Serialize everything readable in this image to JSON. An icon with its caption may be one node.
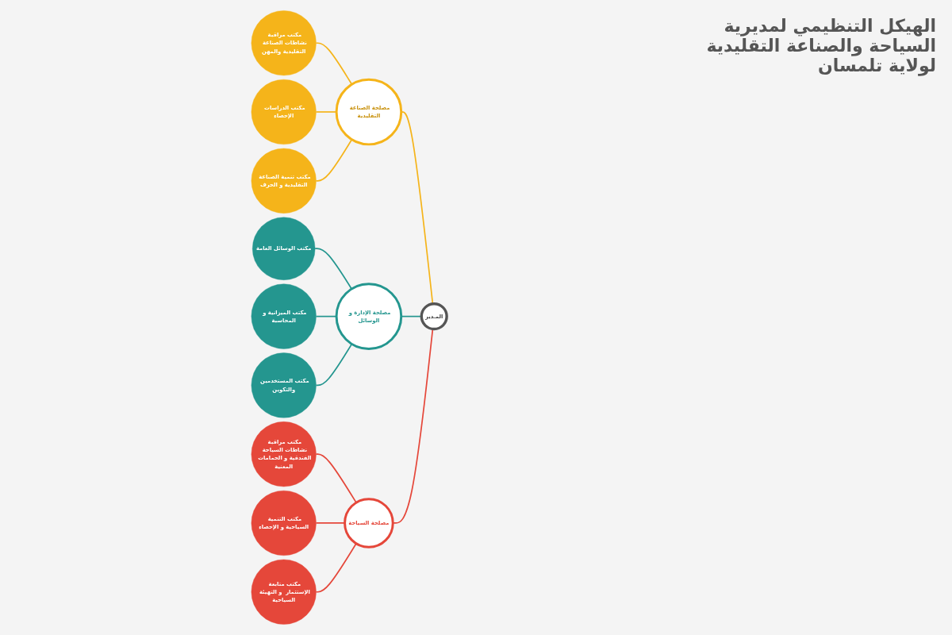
{
  "diagram": {
    "title": "الهيكل التنظيمي لمديرية السياحة والصناعة التقليدية لولاية تلمسان",
    "nodes": [
      {
        "text": [
          "المـدير"
        ]
      },
      {
        "text": [
          "مصلحة الصناعة التقليدية"
        ]
      },
      {
        "text": [
          "مكتب مراقبة نشاطات الصناعة التقليدية والمهن"
        ]
      },
      {
        "text": [
          "مكتب الدراسات الإحصاء"
        ]
      },
      {
        "text": [
          "مكتب تنمية الصناعة التقليدية و الحرف"
        ]
      },
      {
        "text": [
          "مصلحة الإدارة و الوسائل"
        ]
      },
      {
        "text": [
          "مكتب الوسائل العامة"
        ]
      },
      {
        "text": [
          "مكتب الميزانية و المحاسبة"
        ]
      },
      {
        "text": [
          "مكتب المستخدمين والتكوين"
        ]
      },
      {
        "text": [
          "مصلحة السياحة"
        ]
      },
      {
        "text": [
          "مكتب مراقبة نشاطات السياحة الفندقية و الحمامات المعنية"
        ]
      },
      {
        "text": [
          "مكتب التنمية السياحية و الإحصاء"
        ]
      },
      {
        "text": [
          "مكتب متابعة الإستثمار  و التهيئة السياحية"
        ]
      }
    ],
    "edges": [
      {
        "from": 0,
        "to": 1,
        "arrow": "none",
        "color": "#f5b41a"
      },
      {
        "from": 0,
        "to": 5,
        "arrow": "none",
        "color": "#24968f"
      },
      {
        "from": 0,
        "to": 9,
        "arrow": "none",
        "color": "#e5473a"
      },
      {
        "from": 1,
        "to": 2,
        "arrow": "none",
        "color": "#f5b41a"
      },
      {
        "from": 1,
        "to": 3,
        "arrow": "none",
        "color": "#f5b41a"
      },
      {
        "from": 1,
        "to": 4,
        "arrow": "none",
        "color": "#f5b41a"
      },
      {
        "from": 5,
        "to": 6,
        "arrow": "none",
        "color": "#24968f"
      },
      {
        "from": 5,
        "to": 7,
        "arrow": "none",
        "color": "#24968f"
      },
      {
        "from": 5,
        "to": 8,
        "arrow": "none",
        "color": "#24968f"
      },
      {
        "from": 9,
        "to": 10,
        "arrow": "none",
        "color": "#e5473a"
      },
      {
        "from": 9,
        "to": 11,
        "arrow": "none",
        "color": "#e5473a"
      },
      {
        "from": 9,
        "to": 12,
        "arrow": "none",
        "color": "#e5473a"
      }
    ]
  }
}
